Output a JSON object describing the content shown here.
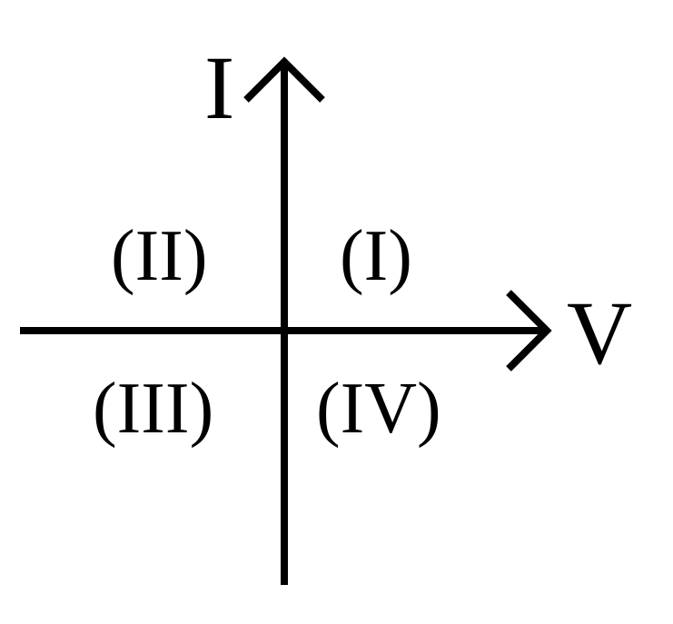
{
  "axes": {
    "vertical_label": "I",
    "horizontal_label": "V"
  },
  "quadrants": {
    "first": "(I)",
    "second": "(II)",
    "third": "(III)",
    "fourth": "(IV)"
  },
  "colors": {
    "ink": "#000000",
    "background": "#ffffff"
  }
}
